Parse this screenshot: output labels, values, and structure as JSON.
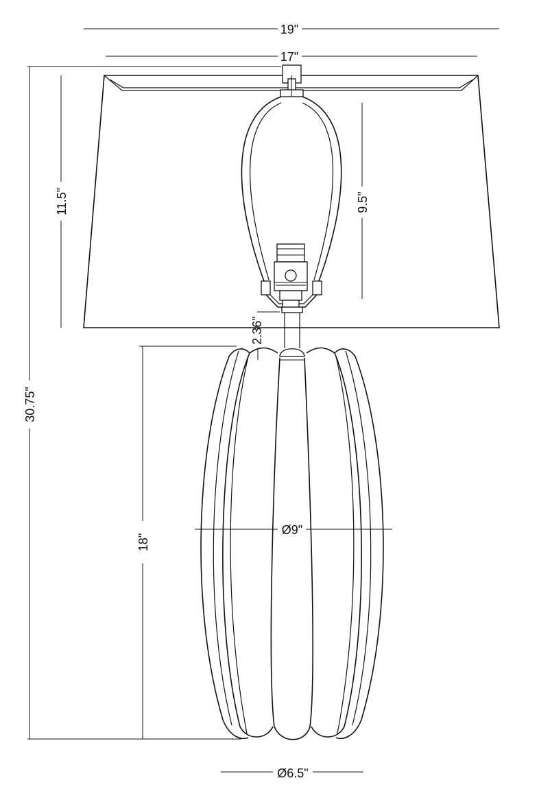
{
  "dimensions": {
    "overall_shade_top_width": "19\"",
    "shade_bottom_width": "17\"",
    "shade_height": "11.5\"",
    "harp_height": "9.5\"",
    "overall_height": "30.75\"",
    "neck_height": "2.36\"",
    "base_height": "18\"",
    "body_diameter": "Ø9\"",
    "foot_diameter": "Ø6.5\""
  },
  "colors": {
    "line": "#111111",
    "background": "#ffffff"
  }
}
